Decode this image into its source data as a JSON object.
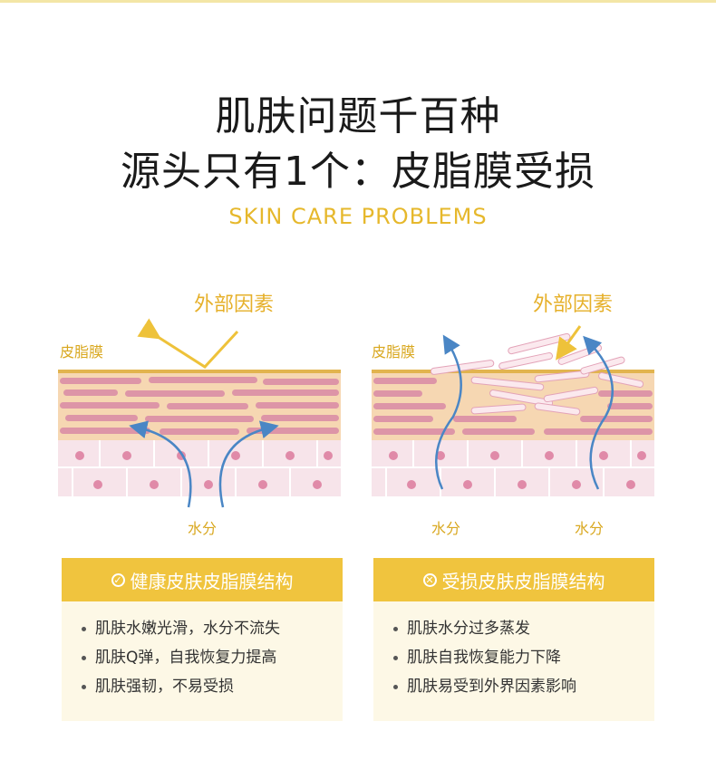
{
  "title_line1": "肌肤问题千百种",
  "title_line2": "源头只有1个：皮脂膜受损",
  "subtitle": "SKIN CARE PROBLEMS",
  "left_diagram": {
    "external_label": "外部因素",
    "membrane_label": "皮脂膜",
    "water_label": "水分"
  },
  "right_diagram": {
    "external_label": "外部因素",
    "membrane_label": "皮脂膜",
    "water_label_1": "水分",
    "water_label_2": "水分"
  },
  "healthy_card": {
    "icon": "check-circle-icon",
    "title": "健康皮肤皮脂膜结构",
    "items": [
      "肌肤水嫩光滑，水分不流失",
      "肌肤Q弹，自我恢复力提高",
      "肌肤强韧，不易受损"
    ]
  },
  "damaged_card": {
    "icon": "cross-circle-icon",
    "title": "受损皮肤皮脂膜结构",
    "items": [
      "肌肤水分过多蒸发",
      "肌肤自我恢复能力下降",
      "肌肤易受到外界因素影响"
    ]
  },
  "colors": {
    "accent": "#f0c43e",
    "accent_text": "#e6b82c",
    "card_bg": "#fdf8e6",
    "skin_pink": "#d98aa6",
    "water_blue": "#4a86c5"
  }
}
